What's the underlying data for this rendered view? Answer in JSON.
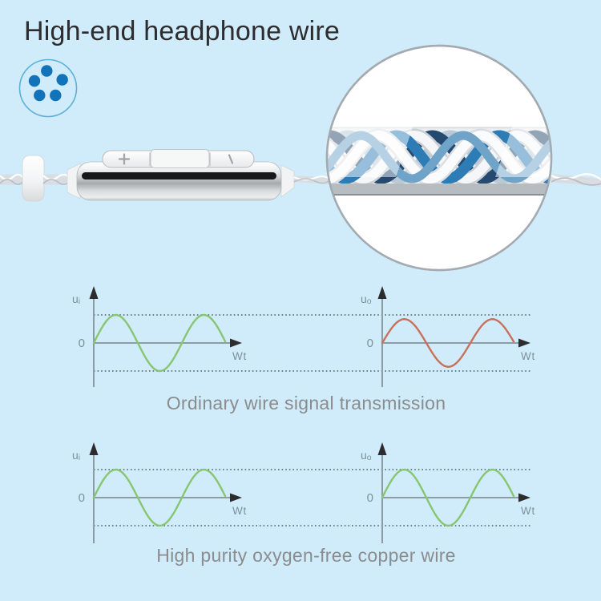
{
  "header": {
    "title": "High-end headphone wire"
  },
  "icons": {
    "wire_bundle_icon": "five blue dots inside a thin blue circle (cable cross-section)",
    "magnifier_circle": "zoom circle showing twisted blue and silver wire strands"
  },
  "product": {
    "remote": {
      "volume_up_label": "+",
      "volume_down_label": "-"
    }
  },
  "colors": {
    "background": "#d0ecfa",
    "title_text": "#2d2d30",
    "caption_text": "#8a8c8e",
    "axis": "#8d9ca3",
    "axis_label": "#7b929b",
    "dotted_reference": "#5d737b",
    "input_wave_green": "#87c670",
    "degraded_wave_red": "#c8705b",
    "icon_dot_blue": "#1273ba",
    "icon_ring_blue": "#5cb0d6"
  },
  "chart_data": [
    {
      "type": "line",
      "caption": "Ordinary wire signal transmission",
      "reference_lines": "dotted lines at plus/minus input amplitude, shared across both plots",
      "plots": [
        {
          "name": "input signal",
          "y_axis_label_main": "u",
          "y_axis_label_sub": "i",
          "origin_label": "0",
          "x_axis_label": "Wt",
          "color": "#87c670",
          "amplitude_ratio": 1.0,
          "cycles": 1.5
        },
        {
          "name": "output signal (attenuated)",
          "y_axis_label_main": "u",
          "y_axis_label_sub": "o",
          "origin_label": "0",
          "x_axis_label": "Wt",
          "color": "#c8705b",
          "amplitude_ratio": 0.85,
          "cycles": 1.5
        }
      ]
    },
    {
      "type": "line",
      "caption": "High purity oxygen-free copper wire",
      "reference_lines": "dotted lines at plus/minus input amplitude, shared across both plots",
      "plots": [
        {
          "name": "input signal",
          "y_axis_label_main": "u",
          "y_axis_label_sub": "i",
          "origin_label": "0",
          "x_axis_label": "Wt",
          "color": "#87c670",
          "amplitude_ratio": 1.0,
          "cycles": 1.5
        },
        {
          "name": "output signal (no loss)",
          "y_axis_label_main": "u",
          "y_axis_label_sub": "o",
          "origin_label": "0",
          "x_axis_label": "Wt",
          "color": "#87c670",
          "amplitude_ratio": 1.0,
          "cycles": 1.5
        }
      ]
    }
  ]
}
